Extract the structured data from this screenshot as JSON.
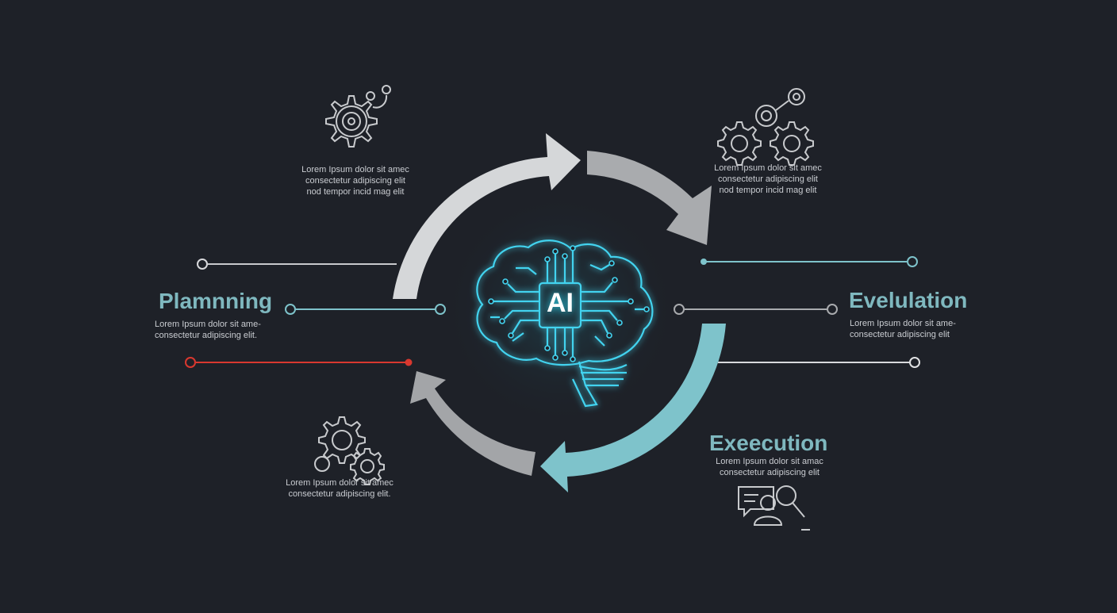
{
  "colors": {
    "background": "#1e2128",
    "heading": "#7fb8bf",
    "accent_teal": "#7ec3cb",
    "accent_red": "#d9382f",
    "arrow_light": "#d5d7d9",
    "arrow_mid": "#a9abae",
    "brain_glow": "#43d3ef"
  },
  "center": {
    "label": "AI",
    "icon": "brain-circuit-icon"
  },
  "stages": {
    "planning": {
      "title": "Plamnning",
      "text": "Lorem Ipsum dolor sit ame-\nconsectetur adipiscing elit."
    },
    "evaluation": {
      "title": "Evelulation",
      "text": "Lorem Ipsum dolor sit ame-\nconsectetur adipiscing elit"
    },
    "execution": {
      "title": "Exeecution",
      "text": "Lorem Ipsum dolor sit amac\nconsectetur adipiscing elit"
    }
  },
  "notes": {
    "top_left": {
      "icon": "target-gear-icon",
      "text": "Lorem Ipsum dolor sit amec\nconsectetur adipiscing elit\nnod tempor incid mag elit"
    },
    "top_right": {
      "icon": "gears-icon",
      "text": "Lorem Ipsum dolor sit amec\nconsectetur adipiscing elit\nnod tempor incid mag elit"
    },
    "bottom_left": {
      "icon": "cog-cluster-icon",
      "text": "Lorem Ipsum dolor sit amec\nconsectetur adipiscing elit."
    },
    "bottom_right": {
      "icon": "chat-user-search-icon"
    }
  }
}
